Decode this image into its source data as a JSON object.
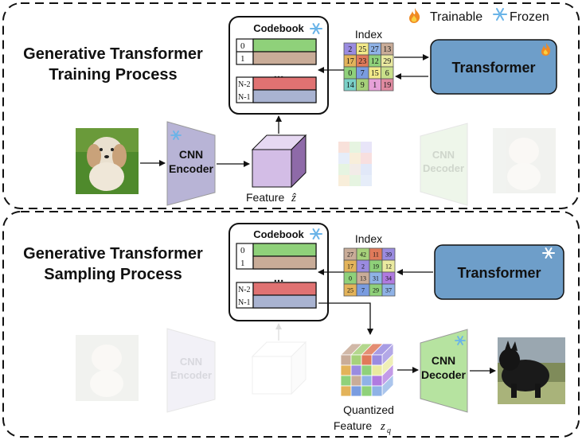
{
  "legend": {
    "trainable_icon": "fire-icon",
    "trainable_label": "Trainable",
    "frozen_icon": "snowflake-icon",
    "frozen_label": "Frozen"
  },
  "training": {
    "title_line1": "Generative Transformer",
    "title_line2": "Training Process",
    "codebook": {
      "title": "Codebook",
      "rows": [
        "0",
        "1"
      ],
      "ellipsis": "...",
      "rows_bottom": [
        "N-2",
        "N-1"
      ],
      "row_colors": [
        "#8fd17a",
        "#c9ac98",
        "#e07272",
        "#a9b3d1"
      ]
    },
    "index": {
      "title": "Index",
      "grid": [
        [
          "2",
          "25",
          "27",
          "13"
        ],
        [
          "17",
          "23",
          "12",
          "29"
        ],
        [
          "0",
          "7",
          "15",
          "6"
        ],
        [
          "14",
          "9",
          "1",
          "19"
        ]
      ],
      "colors": [
        [
          "#9a8be0",
          "#f2e98a",
          "#8fb2e6",
          "#c9ac98"
        ],
        [
          "#e3b35a",
          "#e07a5a",
          "#8fd17a",
          "#eaeaa0"
        ],
        [
          "#8fd17a",
          "#7a9ce0",
          "#f2e98a",
          "#c9e08a"
        ],
        [
          "#7ad1c8",
          "#a6d17a",
          "#e6a0d8",
          "#e08aa0"
        ]
      ]
    },
    "transformer_label": "Transformer",
    "transformer_icon": "fire-icon",
    "encoder_label_1": "CNN",
    "encoder_label_2": "Encoder",
    "feature_label": "Feature",
    "feature_symbol": "ẑ",
    "decoder_label_1": "CNN",
    "decoder_label_2": "Decoder"
  },
  "sampling": {
    "title_line1": "Generative Transformer",
    "title_line2": "Sampling Process",
    "codebook": {
      "title": "Codebook",
      "rows": [
        "0",
        "1"
      ],
      "ellipsis": "...",
      "rows_bottom": [
        "N-2",
        "N-1"
      ]
    },
    "index": {
      "title": "Index",
      "grid": [
        [
          "27",
          "42",
          "11",
          "39"
        ],
        [
          "17",
          "2",
          "19",
          "12"
        ],
        [
          "0",
          "13",
          "31",
          "34"
        ],
        [
          "25",
          "7",
          "29",
          "37"
        ]
      ],
      "colors": [
        [
          "#c9ac98",
          "#a6d17a",
          "#e07a5a",
          "#9a8be0"
        ],
        [
          "#e3b35a",
          "#9a8be0",
          "#8fd17a",
          "#eaeaa0"
        ],
        [
          "#8fd17a",
          "#c9ac98",
          "#8fb2e6",
          "#b07ae0"
        ],
        [
          "#e3b35a",
          "#7a9ce0",
          "#8fd17a",
          "#8fb2e6"
        ]
      ]
    },
    "transformer_label": "Transformer",
    "encoder_label_1": "CNN",
    "encoder_label_2": "Encoder",
    "decoder_label_1": "CNN",
    "decoder_label_2": "Decoder",
    "quantized_label_1": "Quantized",
    "quantized_label_2": "Feature",
    "quantized_symbol": "z",
    "quantized_subscript": "q"
  },
  "colors": {
    "encoder_fill": "#b8b4d6",
    "decoder_fill": "#b6e3a0",
    "transformer_fill": "#6e9ec9",
    "cube_front": "#d3bde6",
    "cube_top": "#e6d8f2",
    "cube_side": "#8e6aa8"
  }
}
